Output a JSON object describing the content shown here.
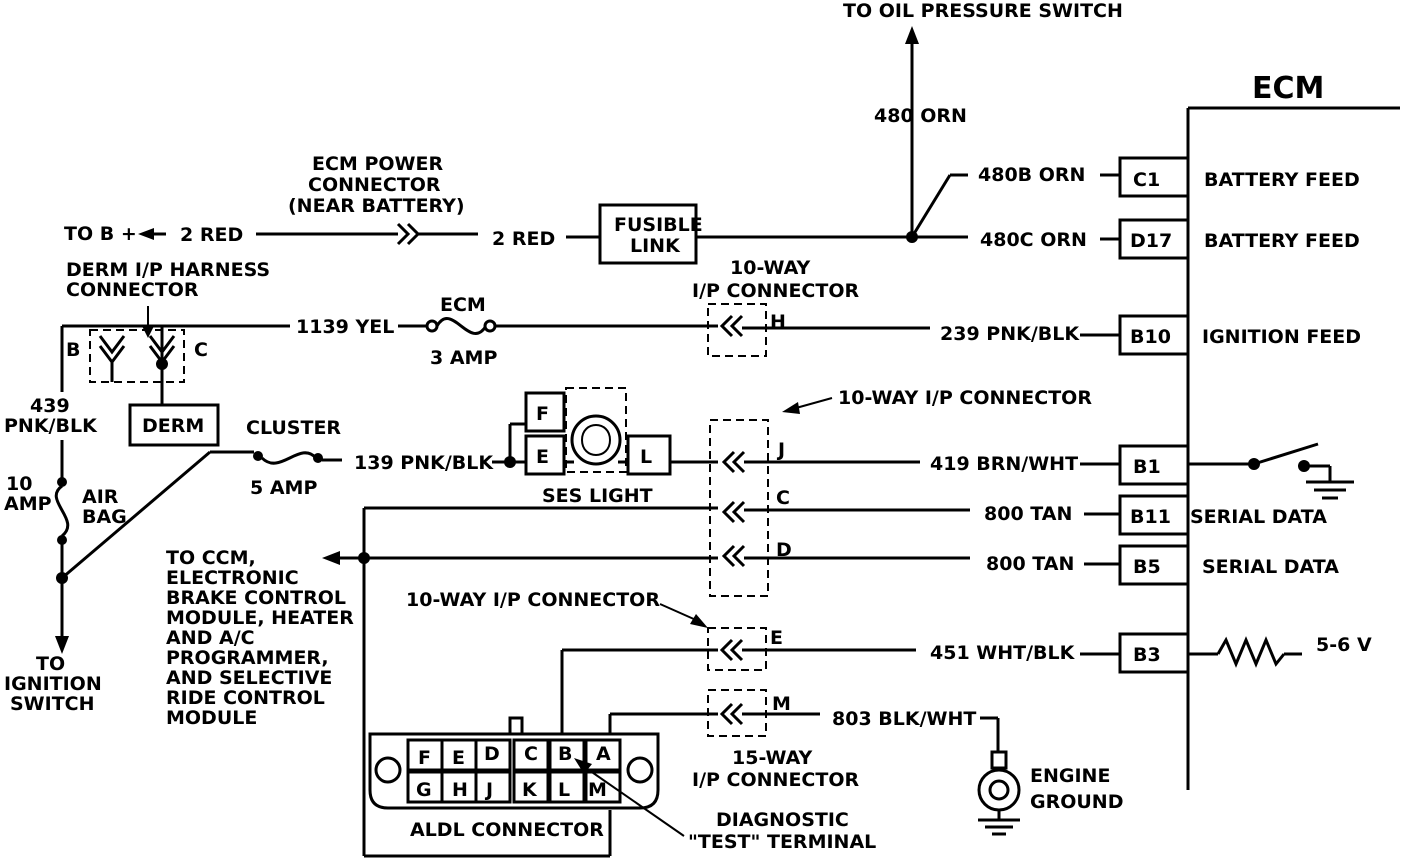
{
  "ecm": {
    "title": "ECM",
    "pins": [
      {
        "id": "C1",
        "wire": "480B ORN",
        "function": "BATTERY FEED"
      },
      {
        "id": "D17",
        "wire": "480C ORN",
        "function": "BATTERY FEED"
      },
      {
        "id": "B10",
        "wire": "239 PNK/BLK",
        "function": "IGNITION FEED"
      },
      {
        "id": "B1",
        "wire": "419 BRN/WHT",
        "function": ""
      },
      {
        "id": "B11",
        "wire": "800 TAN",
        "function": "SERIAL DATA"
      },
      {
        "id": "B5",
        "wire": "800 TAN",
        "function": "SERIAL DATA"
      },
      {
        "id": "B3",
        "wire": "451 WHT/BLK",
        "function": ""
      }
    ],
    "voltage_label": "5-6 V"
  },
  "top": {
    "oil_pressure": "TO OIL PRESSURE SWITCH",
    "wire_480": "480 ORN",
    "to_bplus": "TO B +",
    "wire_2red_a": "2 RED",
    "wire_2red_b": "2 RED",
    "power_connector": [
      "ECM POWER",
      "CONNECTOR",
      "(NEAR BATTERY)"
    ],
    "fusible_link": [
      "FUSIBLE",
      "LINK"
    ]
  },
  "derm": {
    "harness_label": [
      "DERM I/P HARNESS",
      "CONNECTOR"
    ],
    "pin_b": "B",
    "pin_c": "C",
    "box": "DERM",
    "wire_439": [
      "439",
      "PNK/BLK"
    ],
    "wire_1139": "1139 YEL"
  },
  "fuses": {
    "ecm_fuse": [
      "ECM",
      "3 AMP"
    ],
    "cluster_fuse": [
      "CLUSTER",
      "5 AMP"
    ],
    "airbag_fuse": [
      "10",
      "AMP"
    ],
    "airbag_label": [
      "AIR",
      "BAG"
    ]
  },
  "ses": {
    "label": "SES LIGHT",
    "pin_f": "F",
    "pin_e": "E",
    "pin_l": "L",
    "wire_139": "139 PNK/BLK"
  },
  "connectors": {
    "ten_way_a": [
      "10-WAY",
      "I/P CONNECTOR"
    ],
    "ten_way_b": "10-WAY I/P CONNECTOR",
    "ten_way_c": "10-WAY I/P CONNECTOR",
    "fifteen_way": [
      "15-WAY",
      "I/P CONNECTOR"
    ],
    "pin_h": "H",
    "pin_j": "J",
    "pin_c": "C",
    "pin_d": "D",
    "pin_e": "E",
    "pin_m": "M"
  },
  "left": {
    "to_ccm": [
      "TO CCM,",
      "ELECTRONIC",
      "BRAKE CONTROL",
      "MODULE, HEATER",
      "AND A/C",
      "PROGRAMMER,",
      "AND SELECTIVE",
      "RIDE CONTROL",
      "MODULE"
    ],
    "to_ignition": [
      "TO",
      "IGNITION",
      "SWITCH"
    ]
  },
  "aldl": {
    "label": "ALDL CONNECTOR",
    "top_row": [
      "F",
      "E",
      "D",
      "C",
      "B",
      "A"
    ],
    "bottom_row": [
      "G",
      "H",
      "J",
      "K",
      "L",
      "M"
    ],
    "diagnostic": [
      "DIAGNOSTIC",
      "\"TEST\" TERMINAL"
    ]
  },
  "ground": {
    "wire_803": "803 BLK/WHT",
    "engine_ground": [
      "ENGINE",
      "GROUND"
    ]
  }
}
